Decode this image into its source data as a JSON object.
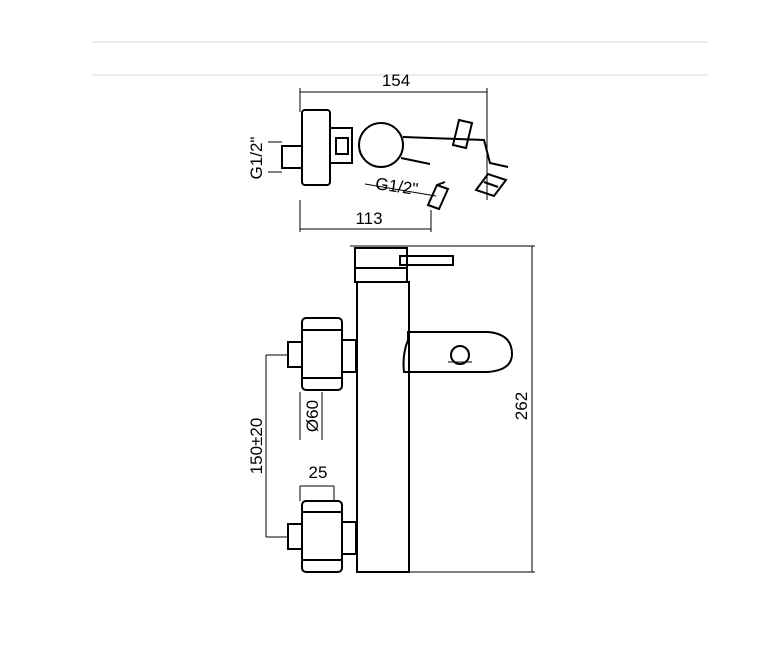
{
  "dimensions": {
    "top_width": "154",
    "top_depth": "113",
    "inlet_thread_left": "G1/2\"",
    "outlet_thread": "G1/2\"",
    "centers": "150±20",
    "diameter": "Ø60",
    "nut_width": "25",
    "height": "262"
  }
}
